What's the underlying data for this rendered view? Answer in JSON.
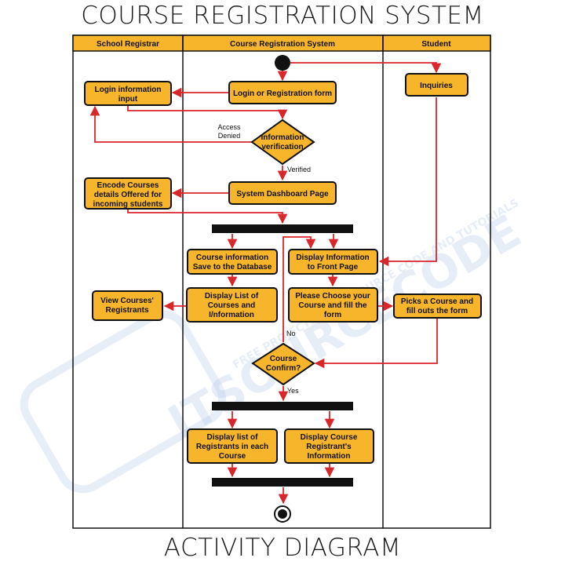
{
  "title": "COURSE REGISTRATION SYSTEM",
  "footer": "ACTIVITY DIAGRAM",
  "lanes": [
    "School Registrar",
    "Course Registration System",
    "Student"
  ],
  "nodes": {
    "login_input": [
      "Login information",
      "input"
    ],
    "login_form": [
      "Login or Registration form"
    ],
    "inquiries": [
      "Inquiries"
    ],
    "info_verification": [
      "Information",
      "verification"
    ],
    "dashboard": [
      "System Dashboard Page"
    ],
    "encode_courses": [
      "Encode Courses",
      "details Offered for",
      "incoming students"
    ],
    "course_info_save": [
      "Course information",
      "Save to the Database"
    ],
    "display_front": [
      "Display Information",
      "to Front Page"
    ],
    "view_registrants": [
      "View Courses'",
      "Registrants"
    ],
    "display_list_courses": [
      "Display List of",
      "Courses and",
      "I/nformation"
    ],
    "choose_course": [
      "Please Choose your",
      "Course and fill the",
      "form"
    ],
    "picks_course": [
      "Picks a Course and",
      "fill outs the form"
    ],
    "course_confirm": [
      "Course",
      "Confirm?"
    ],
    "display_registrants": [
      "Display list of",
      "Registrants in each",
      "Course"
    ],
    "display_registrant_info": [
      "Display Course",
      "Registrant's",
      "Information"
    ]
  },
  "edge_labels": {
    "access_denied": [
      "Access",
      "Denied"
    ],
    "verified": "Verified",
    "no": "No",
    "yes": "Yes"
  },
  "watermark": [
    "ITSOURCECODE",
    "FREE PROJECTS WITH SOURCE CODE AND TUTORIALS"
  ],
  "colors": {
    "node_fill": "#f7b52c",
    "edge": "#d9262b",
    "outline": "#111111"
  }
}
